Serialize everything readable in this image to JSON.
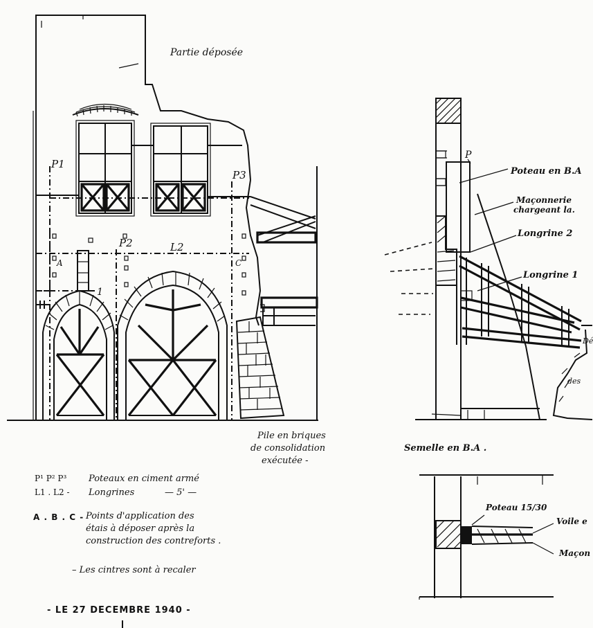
{
  "elevation": {
    "partie_deposee": "Partie déposée",
    "poteau_labels": [
      "P1",
      "P2",
      "P3"
    ],
    "longrine_labels": [
      "1",
      "L2"
    ],
    "point_labels": [
      "A",
      "C"
    ],
    "pile_note": [
      "Pile en briques",
      "de consolidation",
      "exécutée -"
    ]
  },
  "section": {
    "p_label": "P",
    "poteau_ba": "Poteau en B.A",
    "maconnerie": [
      "Maçonnerie",
      "chargeant la."
    ],
    "longrine_2": "Longrine 2",
    "longrine_1": "Longrine 1",
    "deblais": [
      "Débl",
      "des"
    ],
    "semelle": "Semelle en B.A ."
  },
  "detail": {
    "poteau": "Poteau 15/30",
    "voile": "Voile e",
    "macon": "Maçon"
  },
  "legend": {
    "row1_key": "P¹ P² P³",
    "row1_val": "Poteaux en ciment armé",
    "row2_key": "L1 . L2 -",
    "row2_val": "Longrines",
    "row2_tail": "— 5' —",
    "row3_key": "A . B . C -",
    "row3_val": [
      "Points d'application des",
      "étais à déposer après la",
      "construction des contreforts ."
    ],
    "row4": "– Les cintres sont à recaler"
  },
  "date": "- LE 27 DECEMBRE 1940 -"
}
